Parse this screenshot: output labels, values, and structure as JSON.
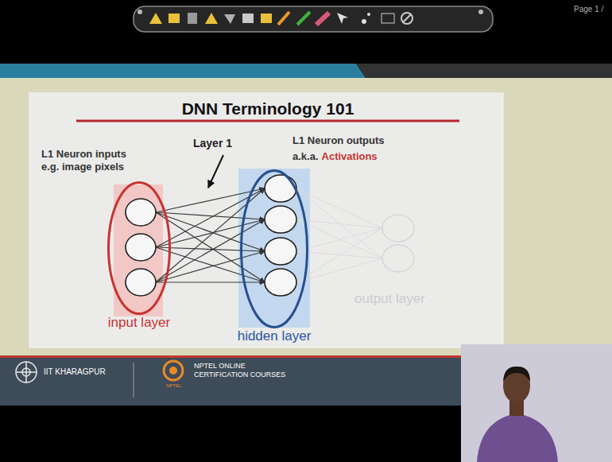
{
  "diagram": {
    "title": "DNN Terminology 101",
    "nodes": [
      {
        "text": [
          "input layer"
        ]
      },
      {
        "text": [
          "hidden layer"
        ]
      }
    ],
    "labels": [
      "Page 1 /",
      "L1 Neuron inputs e.g. image pixels",
      "Layer 1",
      "L1 Neuron outputs a.k.a.",
      "Activations",
      "output layer",
      "IIT KHARAGPUR",
      "NPTEL ONLINE CERTIFICATION COURSES",
      "NPTEL"
    ]
  }
}
